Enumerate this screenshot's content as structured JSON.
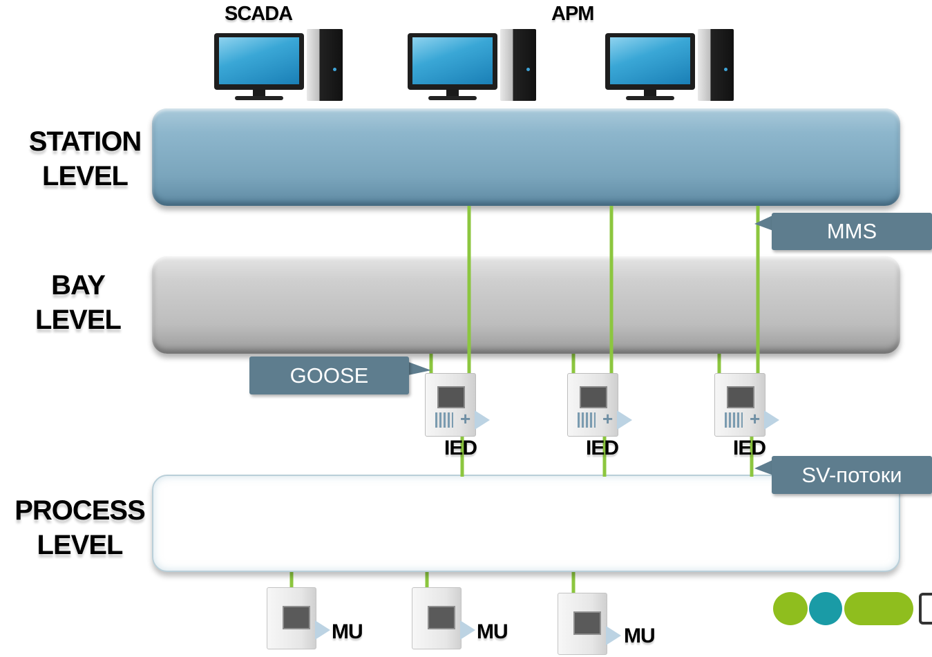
{
  "computers": [
    {
      "label": "SCADA",
      "icon": "desktop-computer-icon"
    },
    {
      "label": "APM",
      "icon": "desktop-computer-icon"
    },
    {
      "label": "",
      "icon": "desktop-computer-icon"
    }
  ],
  "levels": {
    "station": {
      "line1": "STATION",
      "line2": "LEVEL",
      "color": "#7fa9c0"
    },
    "bay": {
      "line1": "BAY",
      "line2": "LEVEL",
      "color": "#c4c4c4"
    },
    "process": {
      "line1": "PROCESS",
      "line2": "LEVEL",
      "color": "#ffffff"
    }
  },
  "callouts": {
    "mms": "MMS",
    "goose": "GOOSE",
    "sv": "SV-потоки"
  },
  "devices": {
    "ied": [
      "IED",
      "IED",
      "IED"
    ],
    "mu": [
      "MU",
      "MU",
      "MU"
    ]
  },
  "colors": {
    "link_line": "#8cc63f",
    "callout_bg": "#5e7d8e",
    "deco_green": "#8fbe1e",
    "deco_teal": "#1a9ba6"
  }
}
